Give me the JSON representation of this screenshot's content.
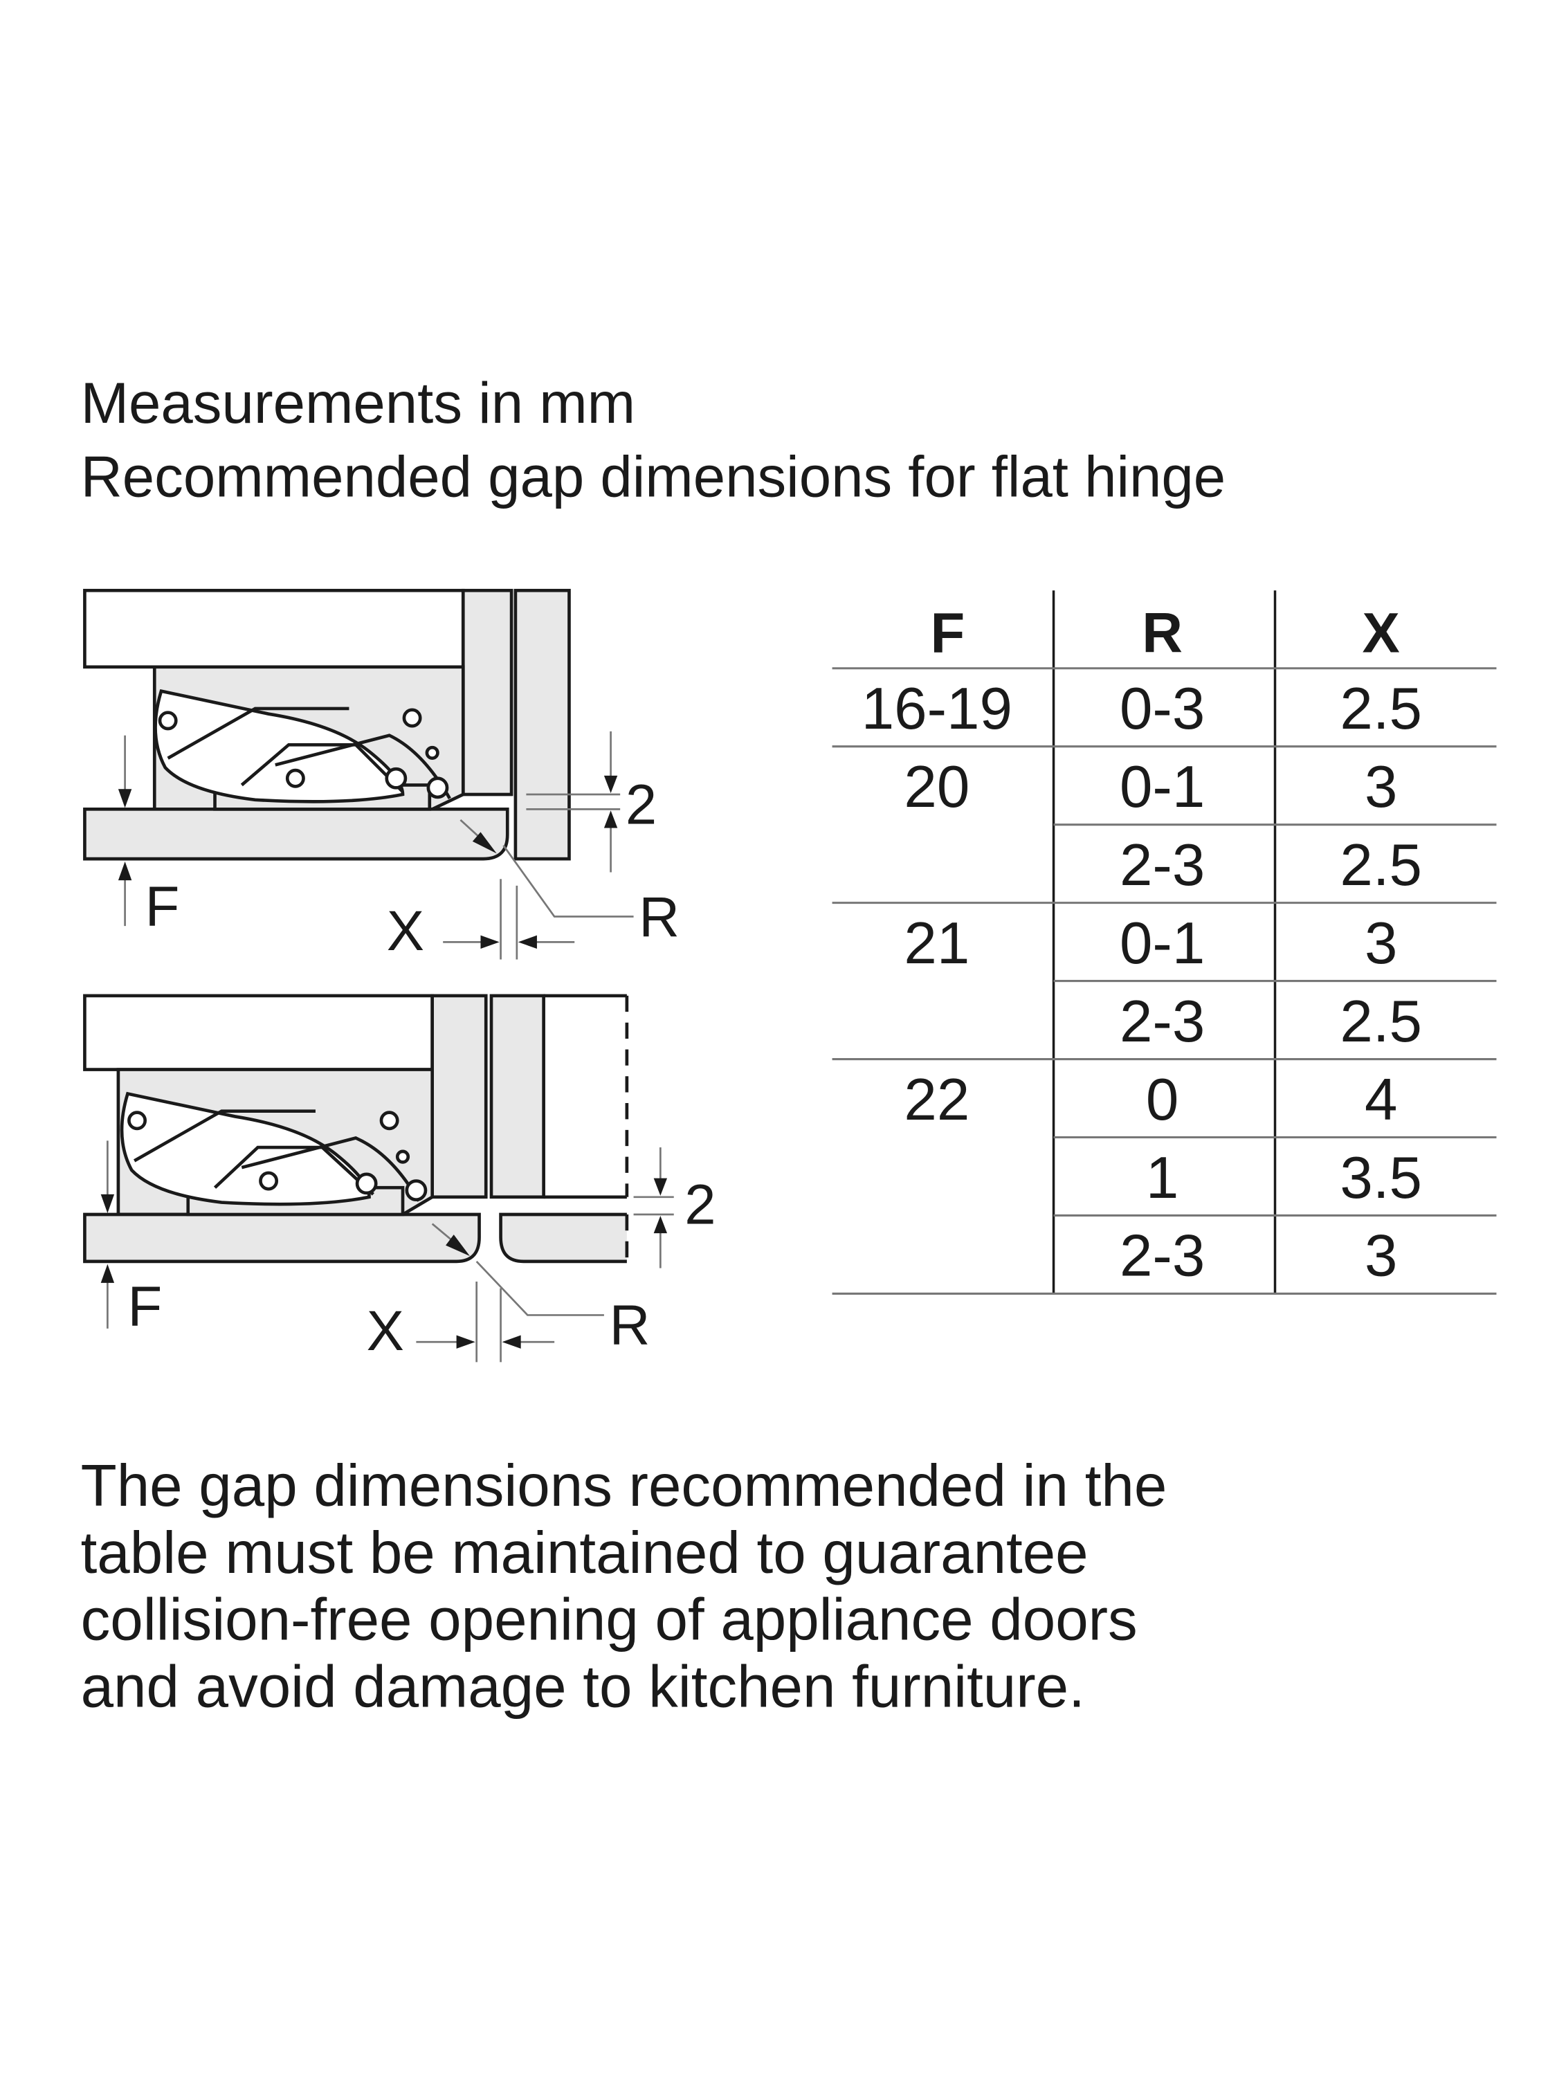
{
  "header": {
    "line1": "Measurements in mm",
    "line2": "Recommended gap dimensions for flat hinge"
  },
  "diagram_top": {
    "label_f": "F",
    "label_x": "X",
    "label_r": "R",
    "label_gap": "2"
  },
  "diagram_bottom": {
    "label_f": "F",
    "label_x": "X",
    "label_r": "R",
    "label_gap": "2"
  },
  "table": {
    "headers": [
      "F",
      "R",
      "X"
    ],
    "rows": [
      {
        "f": "16-19",
        "r": "0-3",
        "x": "2.5"
      },
      {
        "f": "20",
        "r": "0-1",
        "x": "3"
      },
      {
        "f": "",
        "r": "2-3",
        "x": "2.5"
      },
      {
        "f": "21",
        "r": "0-1",
        "x": "3"
      },
      {
        "f": "",
        "r": "2-3",
        "x": "2.5"
      },
      {
        "f": "22",
        "r": "0",
        "x": "4"
      },
      {
        "f": "",
        "r": "1",
        "x": "3.5"
      },
      {
        "f": "",
        "r": "2-3",
        "x": "3"
      }
    ]
  },
  "note": {
    "lines": [
      "The gap dimensions recommended in the",
      "table must be maintained to guarantee",
      "collision-free opening of appliance doors",
      "and avoid damage to kitchen furniture."
    ]
  }
}
